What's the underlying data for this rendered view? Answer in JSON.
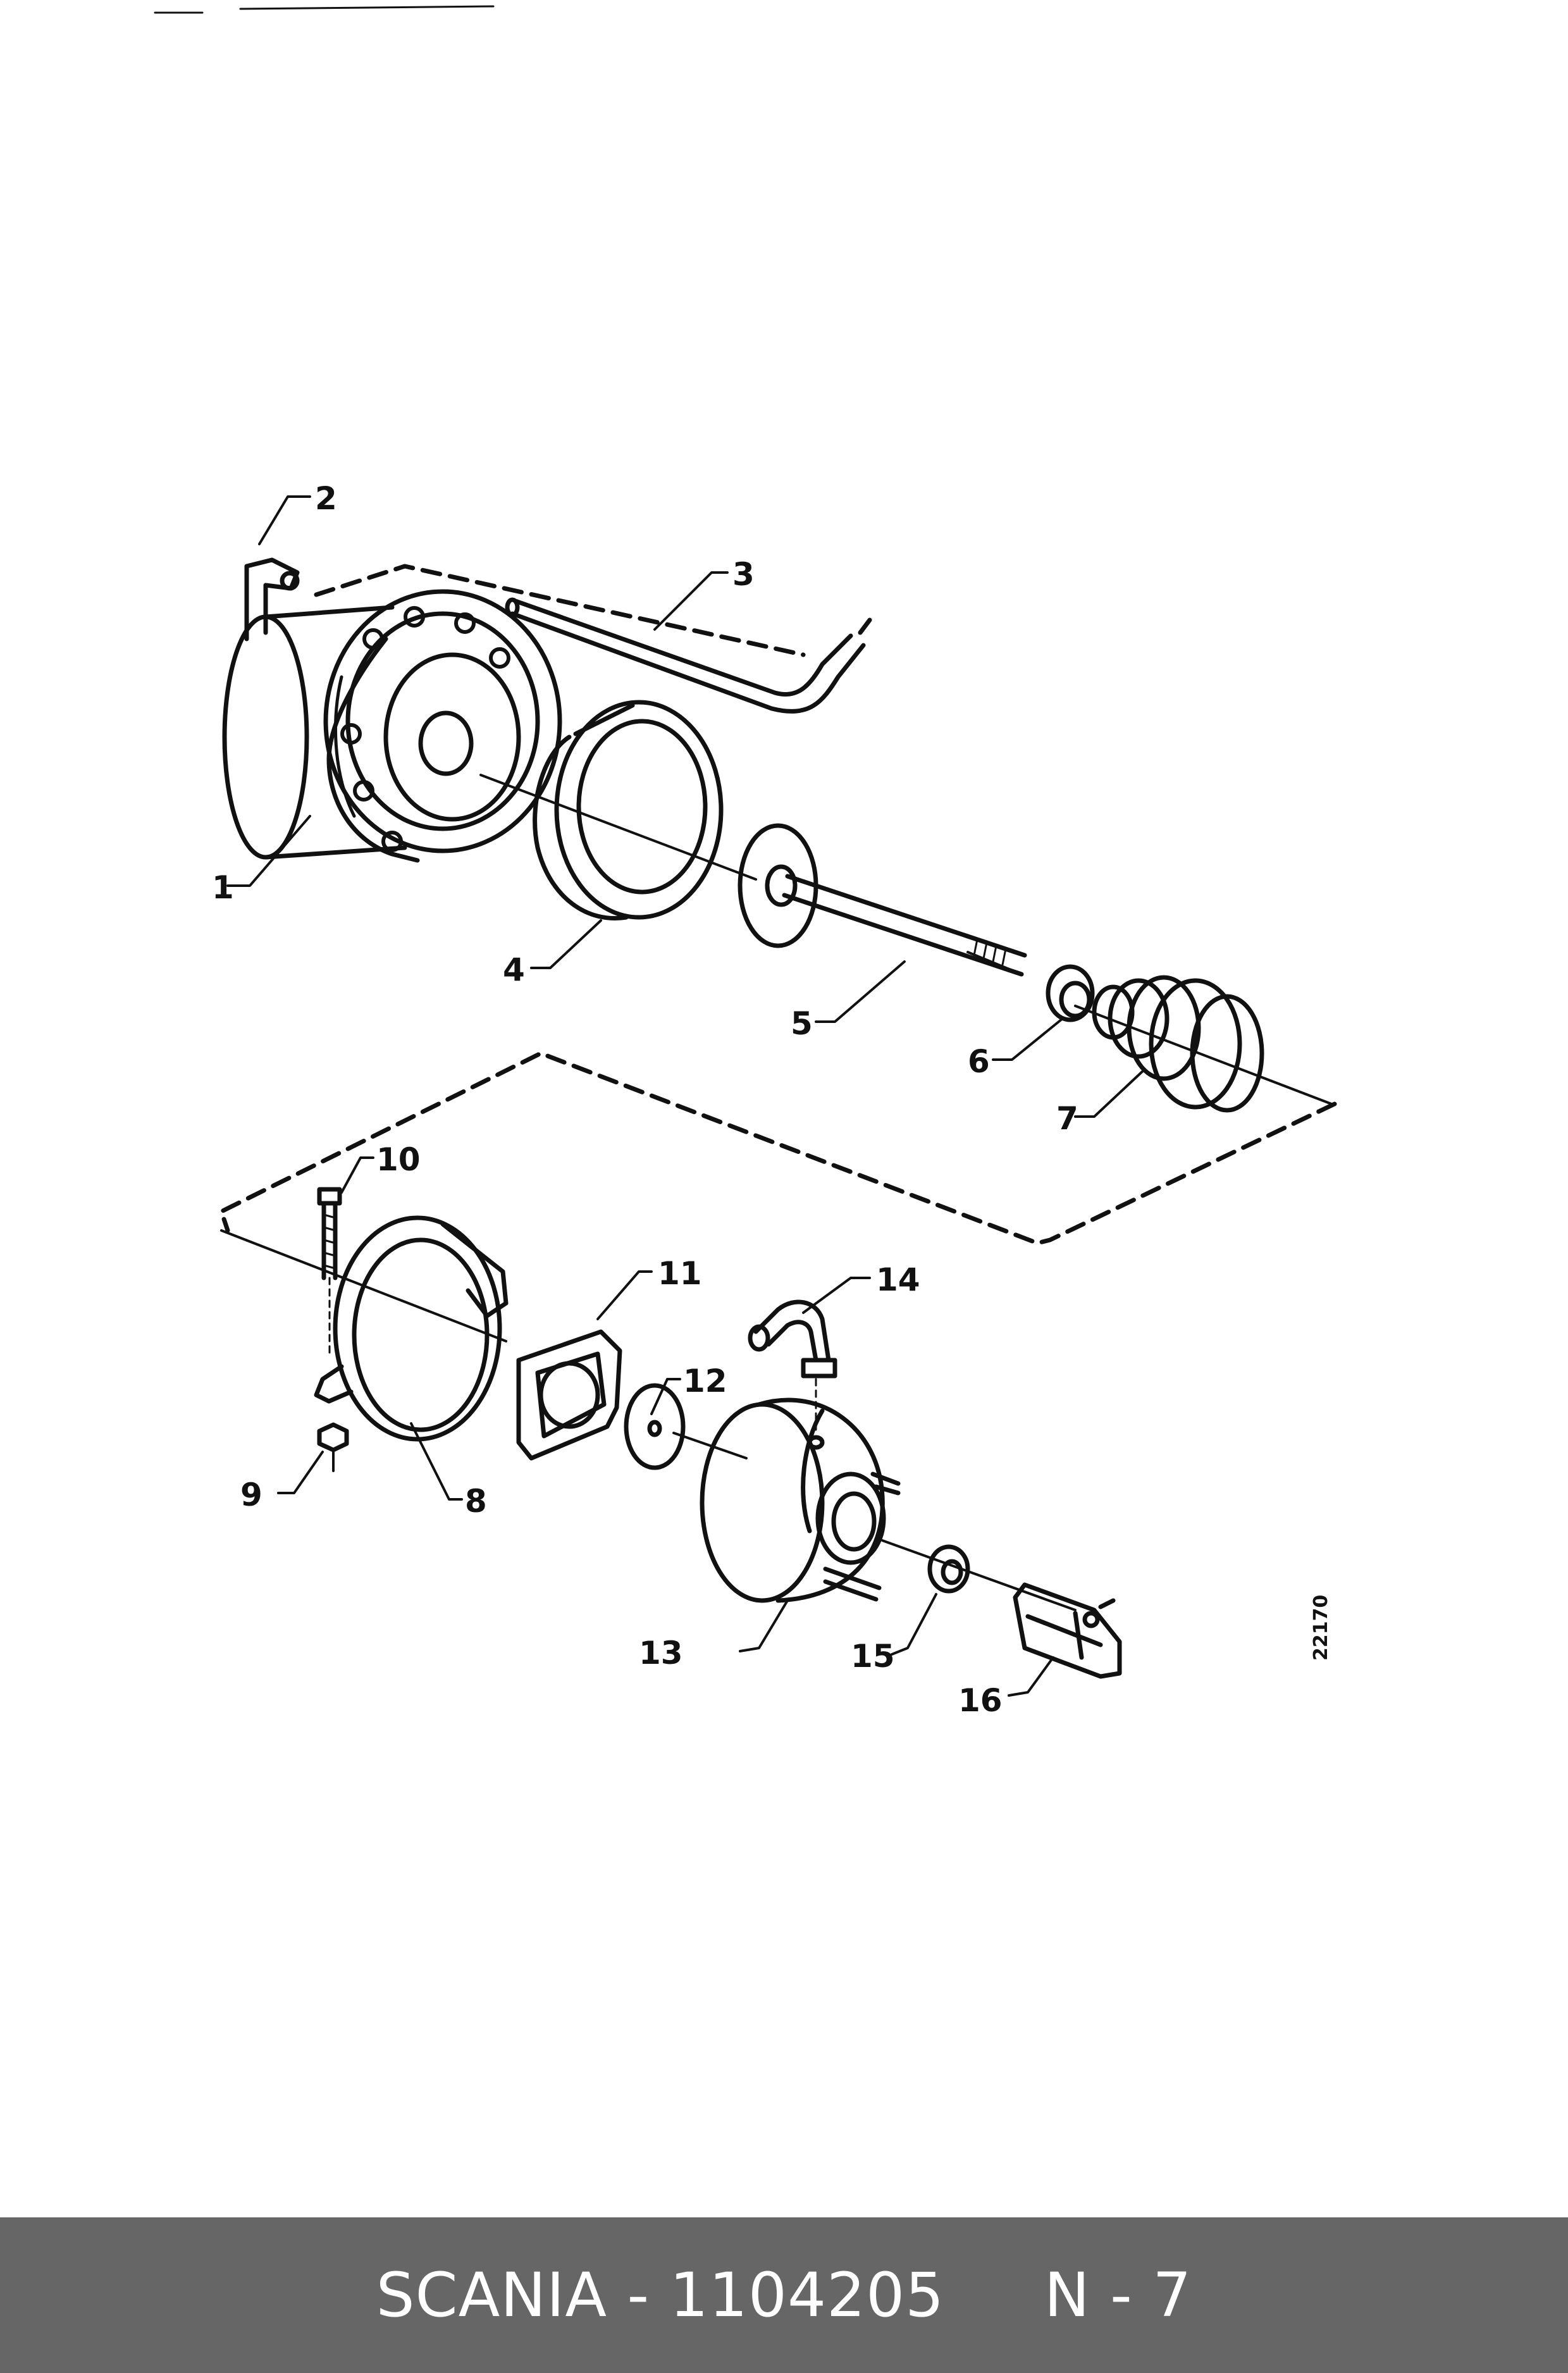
{
  "diagram": {
    "drawing_number": "22170",
    "callouts": [
      "1",
      "2",
      "3",
      "4",
      "5",
      "6",
      "7",
      "8",
      "9",
      "10",
      "11",
      "12",
      "13",
      "14",
      "15",
      "16"
    ]
  },
  "footer": {
    "brand": "SCANIA",
    "separator": " - ",
    "part_number": "1104205",
    "gap": "     ",
    "page_code": "N - 7"
  },
  "colors": {
    "ink": "#111111",
    "footer_bg": "#666666",
    "footer_text": "#ffffff"
  }
}
